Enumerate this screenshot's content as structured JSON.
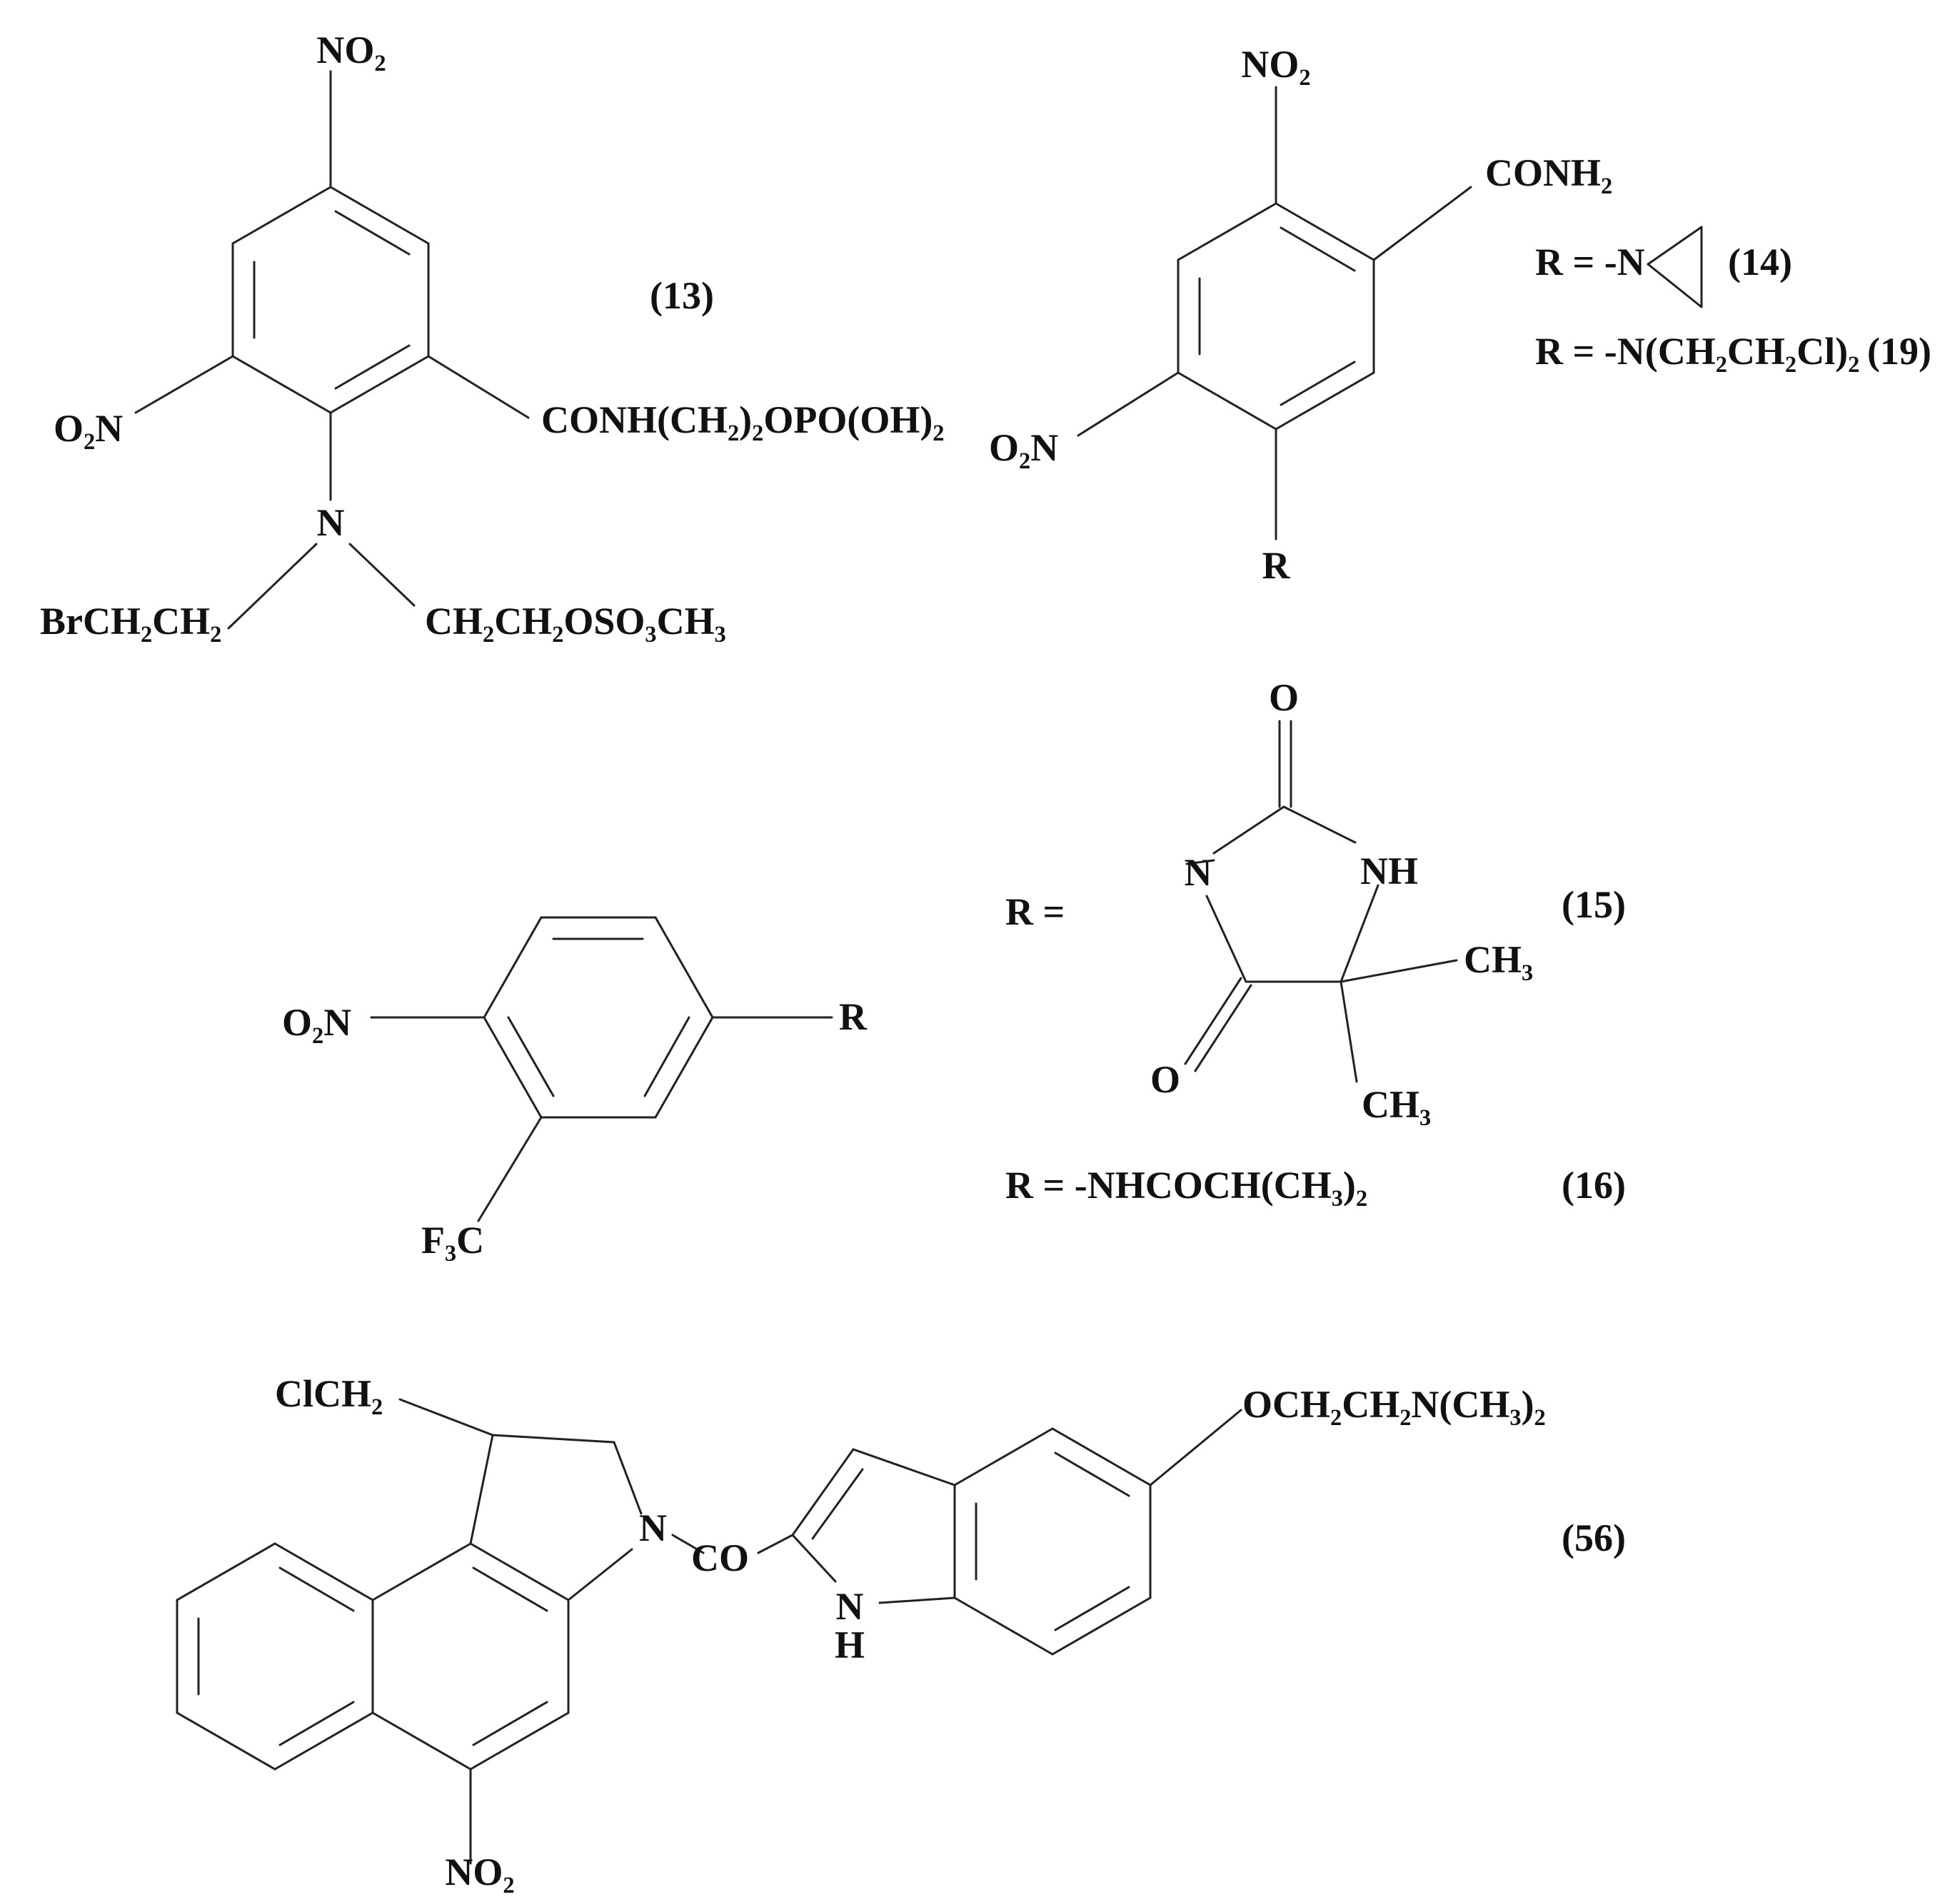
{
  "compounds": [
    {
      "id": "13",
      "label": "(13)"
    },
    {
      "id": "14",
      "label": "(14)"
    },
    {
      "id": "19",
      "label": "(19)"
    },
    {
      "id": "15",
      "label": "(15)"
    },
    {
      "id": "16",
      "label": "(16)"
    },
    {
      "id": "56",
      "label": "(56)"
    }
  ],
  "labels": {
    "c13_no2_top": "NO₂",
    "c13_o2n": "O₂N",
    "c13_side_chain": "CONH(CH₂)₂OPO(OH)₂",
    "c13_n": "N",
    "c13_brch2ch2": "BrCH₂CH₂",
    "c13_mesylate": "CH₂CH₂OSO₃CH₃",
    "c14_no2_top": "NO₂",
    "c14_conh2": "CONH₂",
    "c14_o2n": "O₂N",
    "c14_r": "R",
    "c14_aziridine_prefix": "R = -N",
    "c19_def": "R = -N(CH₂CH₂Cl)₂",
    "flut_o2n": "O₂N",
    "flut_r": "R",
    "flut_f3c": "F₃C",
    "c15_r_eq": "R =",
    "c15_n": "N",
    "c15_nh": "NH",
    "c15_o_top": "O",
    "c15_o_bottom": "O",
    "c15_ch3_a": "CH₃",
    "c15_ch3_b": "CH₃",
    "c16_def": "R = -NHCOCH(CH₃)₂",
    "c56_clch2": "ClCH₂",
    "c56_n": "N",
    "c56_co": "CO",
    "c56_nh_n": "N",
    "c56_nh_h": "H",
    "c56_no2": "NO₂",
    "c56_side_chain": "OCH₂CH₂N(CH₃)₂"
  }
}
